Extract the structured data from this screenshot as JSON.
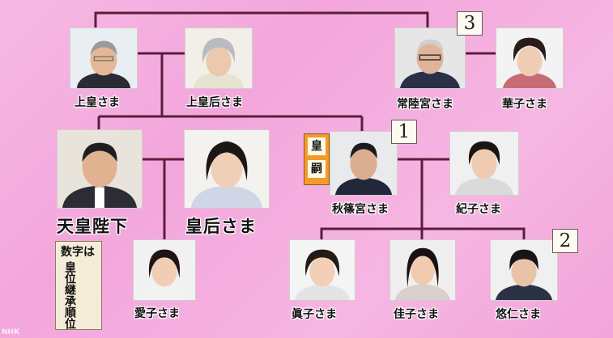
{
  "members": {
    "jokou": "上皇さま",
    "jokougou": "上皇后さま",
    "hitachi": "常陸宮さま",
    "hanako": "華子さま",
    "tenno": "天皇陛下",
    "kogo": "皇后さま",
    "akishino": "秋篠宮さま",
    "kiko": "紀子さま",
    "aiko": "愛子さま",
    "mako": "眞子さま",
    "kako": "佳子さま",
    "hisahito": "悠仁さま"
  },
  "rank_numbers": {
    "akishino": "1",
    "hisahito": "2",
    "hitachi": "3"
  },
  "heir_badge": {
    "char1": "皇",
    "char2": "嗣"
  },
  "note": {
    "line1": "数字は",
    "col_a": "皇位継承順位",
    "col_b": ""
  },
  "watermark": "NHK",
  "colors": {
    "line": "#5a1e3c",
    "background": "#f4aee0",
    "heir_badge": "#f39a2a"
  }
}
